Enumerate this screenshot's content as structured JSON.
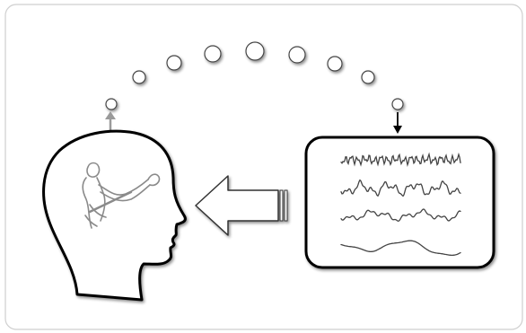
{
  "diagram": {
    "type": "brain-signal-feedback-loop",
    "elements": [
      "head-outline",
      "imagined-movement-figure",
      "signal-arrow",
      "eeg-signal-panel",
      "circle-arc",
      "up-arrow",
      "down-arrow"
    ],
    "signal_traces": [
      "high-frequency",
      "mid-frequency",
      "low-frequency",
      "slow-wave"
    ],
    "colors": {
      "outline": "#000000",
      "figure": "#8a8a8a",
      "arrow_body": "#ffffff",
      "up_arrow": "#9a9a9a",
      "frame": "#cfcfcf"
    }
  }
}
